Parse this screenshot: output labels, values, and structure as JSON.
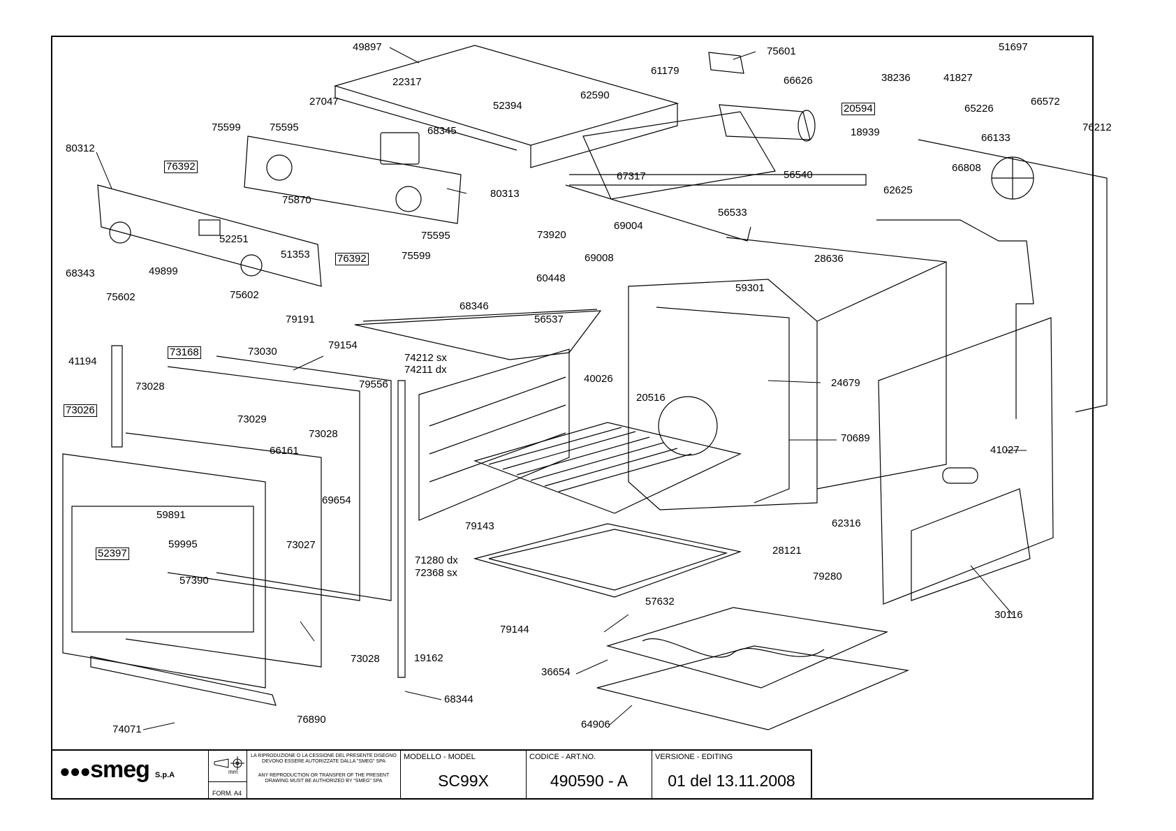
{
  "labels": [
    {
      "id": "49897",
      "text": "49897"
    },
    {
      "id": "22317",
      "text": "22317"
    },
    {
      "id": "27047",
      "text": "27047"
    },
    {
      "id": "75599a",
      "text": "75599"
    },
    {
      "id": "75595a",
      "text": "75595"
    },
    {
      "id": "80312",
      "text": "80312"
    },
    {
      "id": "76392a",
      "text": "76392"
    },
    {
      "id": "75870",
      "text": "75870"
    },
    {
      "id": "52251",
      "text": "52251"
    },
    {
      "id": "51353",
      "text": "51353"
    },
    {
      "id": "49899",
      "text": "49899"
    },
    {
      "id": "75602a",
      "text": "75602"
    },
    {
      "id": "75602b",
      "text": "75602"
    },
    {
      "id": "76392b",
      "text": "76392"
    },
    {
      "id": "75599b",
      "text": "75599"
    },
    {
      "id": "75595b",
      "text": "75595"
    },
    {
      "id": "80313",
      "text": "80313"
    },
    {
      "id": "68345",
      "text": "68345"
    },
    {
      "id": "52394",
      "text": "52394"
    },
    {
      "id": "75601",
      "text": "75601"
    },
    {
      "id": "61179",
      "text": "61179"
    },
    {
      "id": "62590",
      "text": "62590"
    },
    {
      "id": "66626",
      "text": "66626"
    },
    {
      "id": "67317",
      "text": "67317"
    },
    {
      "id": "73920",
      "text": "73920"
    },
    {
      "id": "60448",
      "text": "60448"
    },
    {
      "id": "68346",
      "text": "68346"
    },
    {
      "id": "69004",
      "text": "69004"
    },
    {
      "id": "69008",
      "text": "69008"
    },
    {
      "id": "56533",
      "text": "56533"
    },
    {
      "id": "56540",
      "text": "56540"
    },
    {
      "id": "28636",
      "text": "28636"
    },
    {
      "id": "59301",
      "text": "59301"
    },
    {
      "id": "38236",
      "text": "38236"
    },
    {
      "id": "41827",
      "text": "41827"
    },
    {
      "id": "20594",
      "text": "20594"
    },
    {
      "id": "18939",
      "text": "18939"
    },
    {
      "id": "65226",
      "text": "65226"
    },
    {
      "id": "51697",
      "text": "51697"
    },
    {
      "id": "66572",
      "text": "66572"
    },
    {
      "id": "76212",
      "text": "76212"
    },
    {
      "id": "66133",
      "text": "66133"
    },
    {
      "id": "66808",
      "text": "66808"
    },
    {
      "id": "62625",
      "text": "62625"
    },
    {
      "id": "68343",
      "text": "68343"
    },
    {
      "id": "41194",
      "text": "41194"
    },
    {
      "id": "73168",
      "text": "73168"
    },
    {
      "id": "73030",
      "text": "73030"
    },
    {
      "id": "79154",
      "text": "79154"
    },
    {
      "id": "79191",
      "text": "79191"
    },
    {
      "id": "73028a",
      "text": "73028"
    },
    {
      "id": "73026",
      "text": "73026"
    },
    {
      "id": "73029",
      "text": "73029"
    },
    {
      "id": "73028b",
      "text": "73028"
    },
    {
      "id": "66161",
      "text": "66161"
    },
    {
      "id": "69654",
      "text": "69654"
    },
    {
      "id": "59891",
      "text": "59891"
    },
    {
      "id": "52397",
      "text": "52397"
    },
    {
      "id": "59995",
      "text": "59995"
    },
    {
      "id": "57390",
      "text": "57390"
    },
    {
      "id": "73027",
      "text": "73027"
    },
    {
      "id": "73028c",
      "text": "73028"
    },
    {
      "id": "76890",
      "text": "76890"
    },
    {
      "id": "74071",
      "text": "74071"
    },
    {
      "id": "79556",
      "text": "79556"
    },
    {
      "id": "74212sx",
      "text": "74212 sx"
    },
    {
      "id": "74211dx",
      "text": "74211 dx"
    },
    {
      "id": "56537",
      "text": "56537"
    },
    {
      "id": "40026",
      "text": "40026"
    },
    {
      "id": "20516",
      "text": "20516"
    },
    {
      "id": "24679",
      "text": "24679"
    },
    {
      "id": "70689",
      "text": "70689"
    },
    {
      "id": "79143",
      "text": "79143"
    },
    {
      "id": "71280dx",
      "text": "71280 dx"
    },
    {
      "id": "72368sx",
      "text": "72368 sx"
    },
    {
      "id": "79144",
      "text": "79144"
    },
    {
      "id": "19162",
      "text": "19162"
    },
    {
      "id": "68344",
      "text": "68344"
    },
    {
      "id": "28121",
      "text": "28121"
    },
    {
      "id": "62316",
      "text": "62316"
    },
    {
      "id": "79280",
      "text": "79280"
    },
    {
      "id": "41027",
      "text": "41027"
    },
    {
      "id": "30116",
      "text": "30116"
    },
    {
      "id": "57632",
      "text": "57632"
    },
    {
      "id": "36654",
      "text": "36654"
    },
    {
      "id": "64906",
      "text": "64906"
    }
  ],
  "titleblock": {
    "brand": "smeg",
    "brand_suffix": "S.p.A",
    "unit": "mm",
    "form": "FORM. A4",
    "note_it": "LA RIPRODUZIONE O LA CESSIONE DEL PRESENTE DISEGNO DEVONO ESSERE AUTORIZZATE DALLA \"SMEG\" SPA",
    "note_en": "ANY REPRODUCTION OR TRANSFER OF THE PRESENT DRAWING MUST BE AUTHORIZED BY \"SMEG\" SPA",
    "model_caption": "MODELLO - MODEL",
    "model": "SC99X",
    "code_caption": "CODICE - ART.NO.",
    "code": "490590 - A",
    "version_caption": "VERSIONE - EDITING",
    "version": "01 del 13.11.2008"
  }
}
